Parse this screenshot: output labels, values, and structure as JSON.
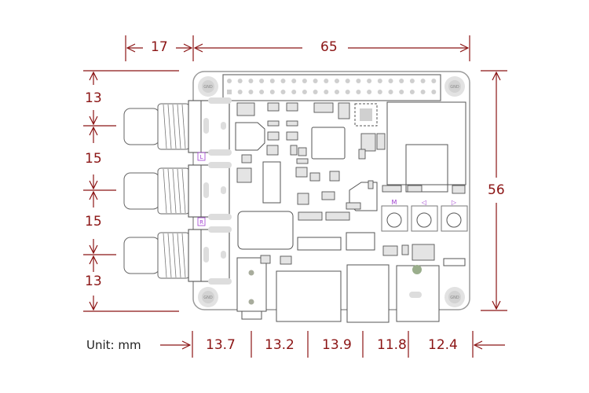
{
  "title": "Board dimension drawing",
  "unit_label": "Unit: mm",
  "colors": {
    "dimension": "#8b1414",
    "outline": "#6e6e6e",
    "pad": "#d8d8d8",
    "silk_label": "#a040d0",
    "led": "#9aae8c"
  },
  "dimensions": {
    "top": [
      {
        "name": "connector-overhang",
        "value": "17"
      },
      {
        "name": "board-width",
        "value": "65"
      }
    ],
    "left": [
      {
        "name": "top-margin",
        "value": "13"
      },
      {
        "name": "jack-spacing-1",
        "value": "15"
      },
      {
        "name": "jack-spacing-2",
        "value": "15"
      },
      {
        "name": "bottom-margin",
        "value": "13"
      }
    ],
    "right": [
      {
        "name": "board-height",
        "value": "56"
      }
    ],
    "bottom": [
      {
        "name": "segment-1",
        "value": "13.7"
      },
      {
        "name": "segment-2",
        "value": "13.2"
      },
      {
        "name": "segment-3",
        "value": "13.9"
      },
      {
        "name": "segment-4",
        "value": "11.8"
      },
      {
        "name": "segment-5",
        "value": "12.4"
      }
    ]
  },
  "board": {
    "mount_hole_label": "GND",
    "silk_labels": {
      "left_channel": "L",
      "right_channel": "R",
      "btn_mode": "M",
      "btn_prev": "◁",
      "btn_next": "▷"
    },
    "header_pins_per_row": 20,
    "header_rows": 2
  }
}
